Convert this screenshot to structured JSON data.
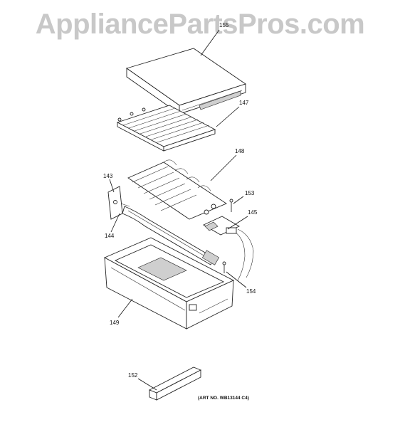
{
  "watermark": "AppliancePartsPros.com",
  "callouts": {
    "cover": "155",
    "grate": "147",
    "element": "148",
    "bracket": "143",
    "screw_top": "153",
    "thermostat": "145",
    "clip": "144",
    "screw_bottom": "154",
    "pan": "149",
    "trim": "152"
  },
  "art_number": "(ART NO. WB13144 C4)"
}
